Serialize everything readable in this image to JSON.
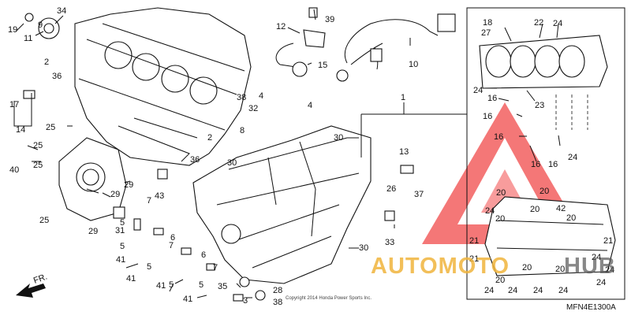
{
  "labels": {
    "p1": "1",
    "p2": "2",
    "p3": "3",
    "p4": "4",
    "p5": "5",
    "p6": "6",
    "p7": "7",
    "p8": "8",
    "p9": "9",
    "p10": "10",
    "p11": "11",
    "p12": "12",
    "p13": "13",
    "p14": "14",
    "p15": "15",
    "p16": "16",
    "p17": "17",
    "p18": "18",
    "p19": "19",
    "p20": "20",
    "p21": "21",
    "p22": "22",
    "p23": "23",
    "p24": "24",
    "p25": "25",
    "p26": "26",
    "p27": "27",
    "p28": "28",
    "p29": "29",
    "p30": "30",
    "p31": "31",
    "p32": "32",
    "p33": "33",
    "p34": "34",
    "p35": "35",
    "p36": "36",
    "p37": "37",
    "p38": "38",
    "p39": "39",
    "p40": "40",
    "p41": "41",
    "p42": "42",
    "p43": "43"
  },
  "direction_label": "FR.",
  "diagram_code": "MFN4E1300A",
  "watermark": {
    "text_accent": "AUTOMOTO",
    "text_dark": "HUB",
    "accent_color": "#f0b43c",
    "triangle_color": "#ee2a2a"
  },
  "copyright_note": "Copyright 2014 Honda Power Sports Inc."
}
